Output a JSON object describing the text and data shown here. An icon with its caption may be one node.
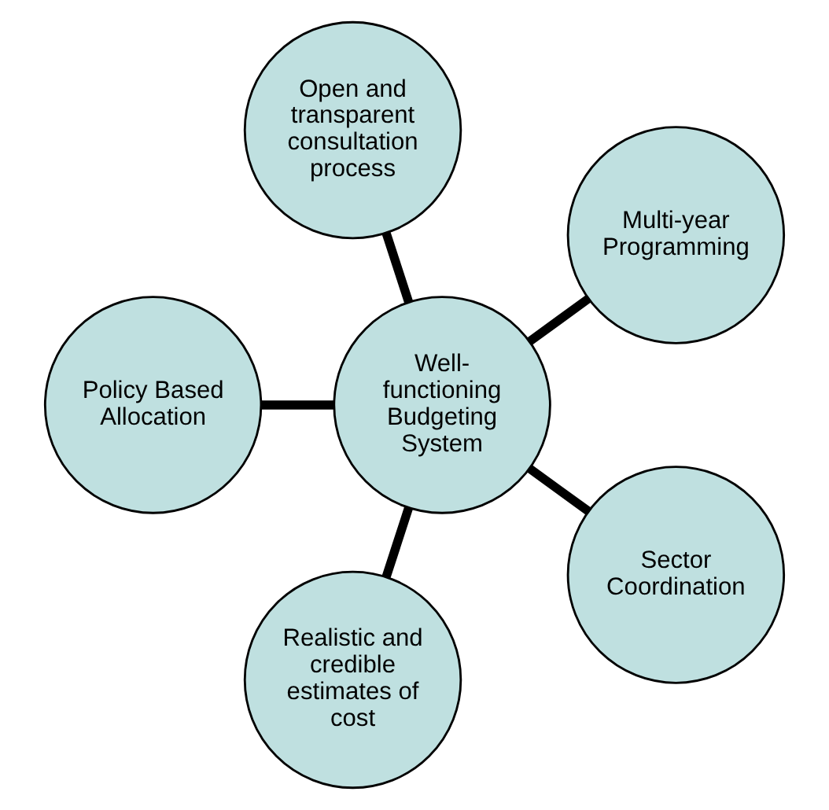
{
  "diagram": {
    "nodes": [
      {
        "text": [
          "Multi-year Programming"
        ]
      },
      {
        "text": [
          "Open and transparent consultation process"
        ]
      },
      {
        "text": [
          "Policy Based Allocation"
        ]
      },
      {
        "text": [
          "Well-functioning Budgeting System"
        ]
      },
      {
        "text": [
          "Realistic and credible estimates of cost"
        ]
      },
      {
        "text": [
          "Sector Coordination"
        ]
      }
    ],
    "edges": [
      {
        "from": 3,
        "to": 0,
        "arrow": "none"
      },
      {
        "from": 3,
        "to": 2,
        "arrow": "none"
      },
      {
        "from": 3,
        "to": 5,
        "arrow": "none"
      },
      {
        "from": 3,
        "to": 4,
        "arrow": "none"
      },
      {
        "from": 3,
        "to": 1,
        "arrow": "none"
      }
    ]
  }
}
